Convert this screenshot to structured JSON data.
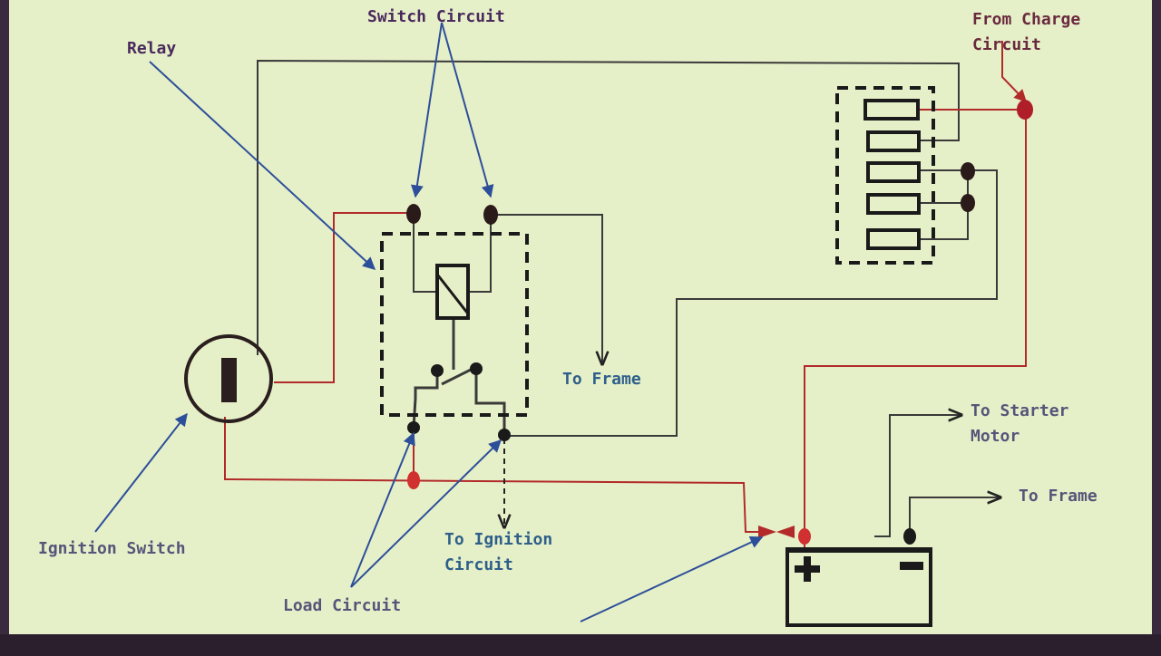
{
  "colors": {
    "background": "#e6f0c8",
    "wire_dark": "#3a3a3a",
    "wire_red": "#b22a2a",
    "arrow_blue": "#2d4f9a",
    "label_purple": "#4a2a5e",
    "label_blue": "#2e5f8a",
    "label_gray": "#55557a",
    "component": "#2a1e1e"
  },
  "labels": {
    "switch_circuit": "Switch Circuit",
    "relay": "Relay",
    "from_charge_line1": "From Charge",
    "from_charge_line2": "Circuit",
    "to_frame_relay": "To Frame",
    "to_starter_line1": "To Starter",
    "to_starter_line2": "Motor",
    "to_frame_battery": "To Frame",
    "to_ignition_line1": "To Ignition",
    "to_ignition_line2": "Circuit",
    "ignition_switch": "Ignition Switch",
    "load_circuit": "Load Circuit"
  },
  "icons": {
    "battery_positive": "plus-sign",
    "battery_negative": "minus-sign"
  }
}
